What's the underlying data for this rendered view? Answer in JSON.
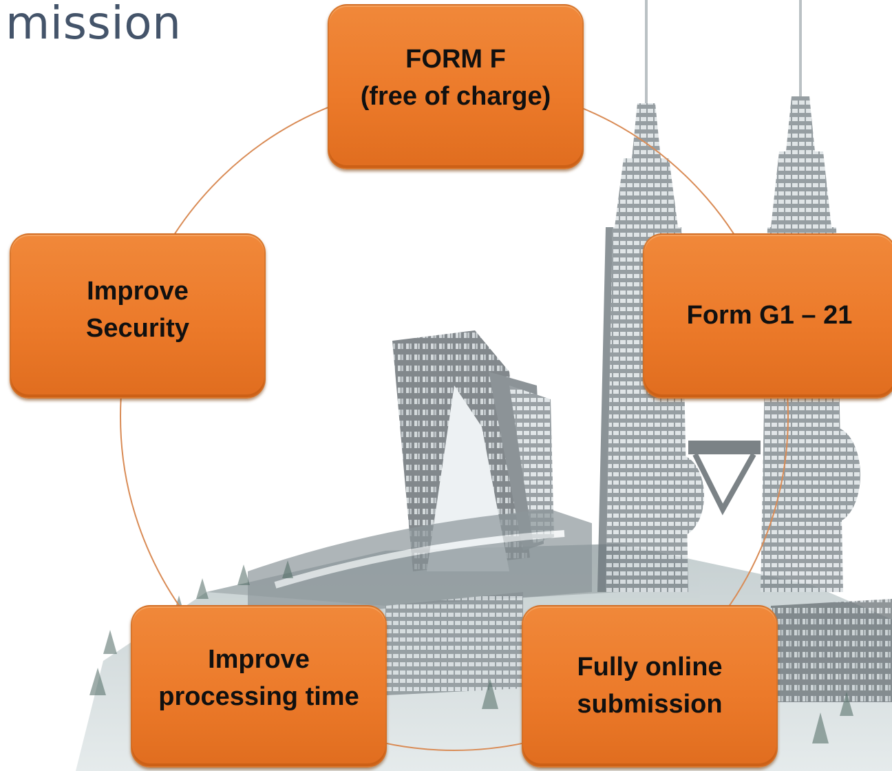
{
  "page": {
    "title": "mission"
  },
  "colors": {
    "node_fill": "#ec7a2a",
    "node_text": "#101010",
    "connector": "#d98b55",
    "title": "#44546a"
  },
  "background": {
    "description_icon": "city-skyline-illustration"
  },
  "cycle": {
    "nodes": [
      {
        "id": "form-f",
        "label": "FORM F\n(free of charge)"
      },
      {
        "id": "form-g",
        "label": "Form G1 – 21"
      },
      {
        "id": "online",
        "label": "Fully online\nsubmission"
      },
      {
        "id": "time",
        "label": "Improve\nprocessing time"
      },
      {
        "id": "security",
        "label": "Improve\nSecurity"
      }
    ]
  }
}
